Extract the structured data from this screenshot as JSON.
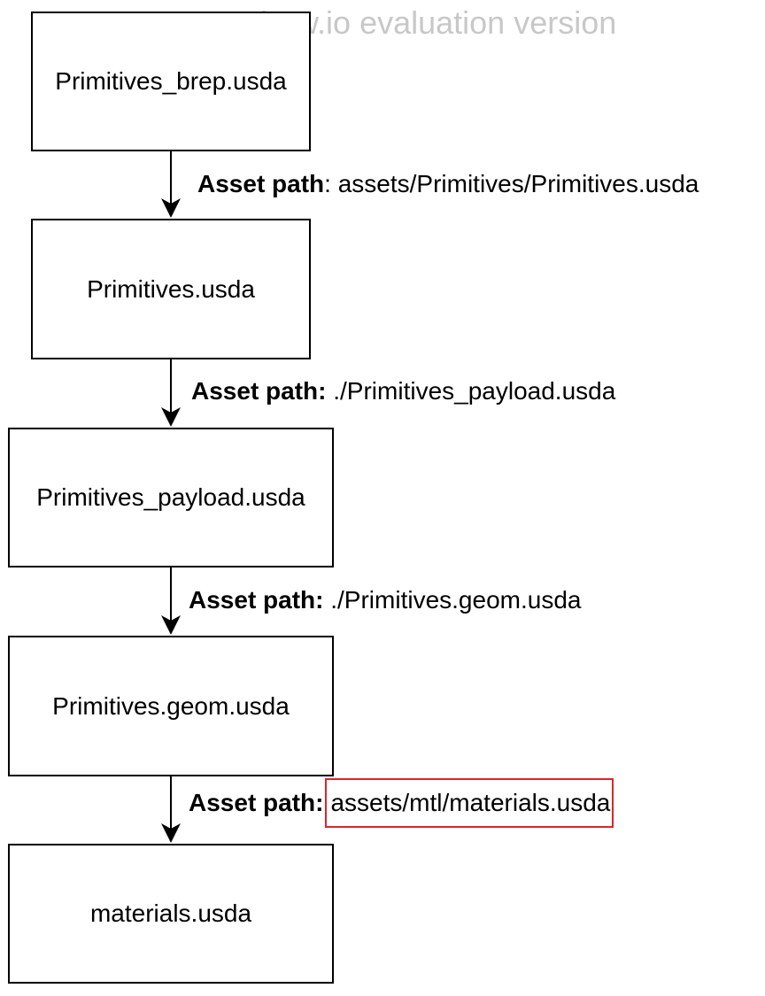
{
  "watermark": "draw.io evaluation version",
  "highlight_color": "#d9262c",
  "nodes": [
    {
      "label": "Primitives_brep.usda"
    },
    {
      "label": "Primitives.usda"
    },
    {
      "label": "Primitives_payload.usda"
    },
    {
      "label": "Primitives.geom.usda"
    },
    {
      "label": "materials.usda"
    }
  ],
  "edges": [
    {
      "key": "Asset path",
      "sep": ":",
      "path": " assets/Primitives/Primitives.usda"
    },
    {
      "key": "Asset path:",
      "path": " ./Primitives_payload.usda"
    },
    {
      "key": "Asset path:",
      "path": " ./Primitives.geom.usda"
    },
    {
      "key": "Asset path:",
      "path": "assets/mtl/materials.usda",
      "highlighted": true
    }
  ]
}
